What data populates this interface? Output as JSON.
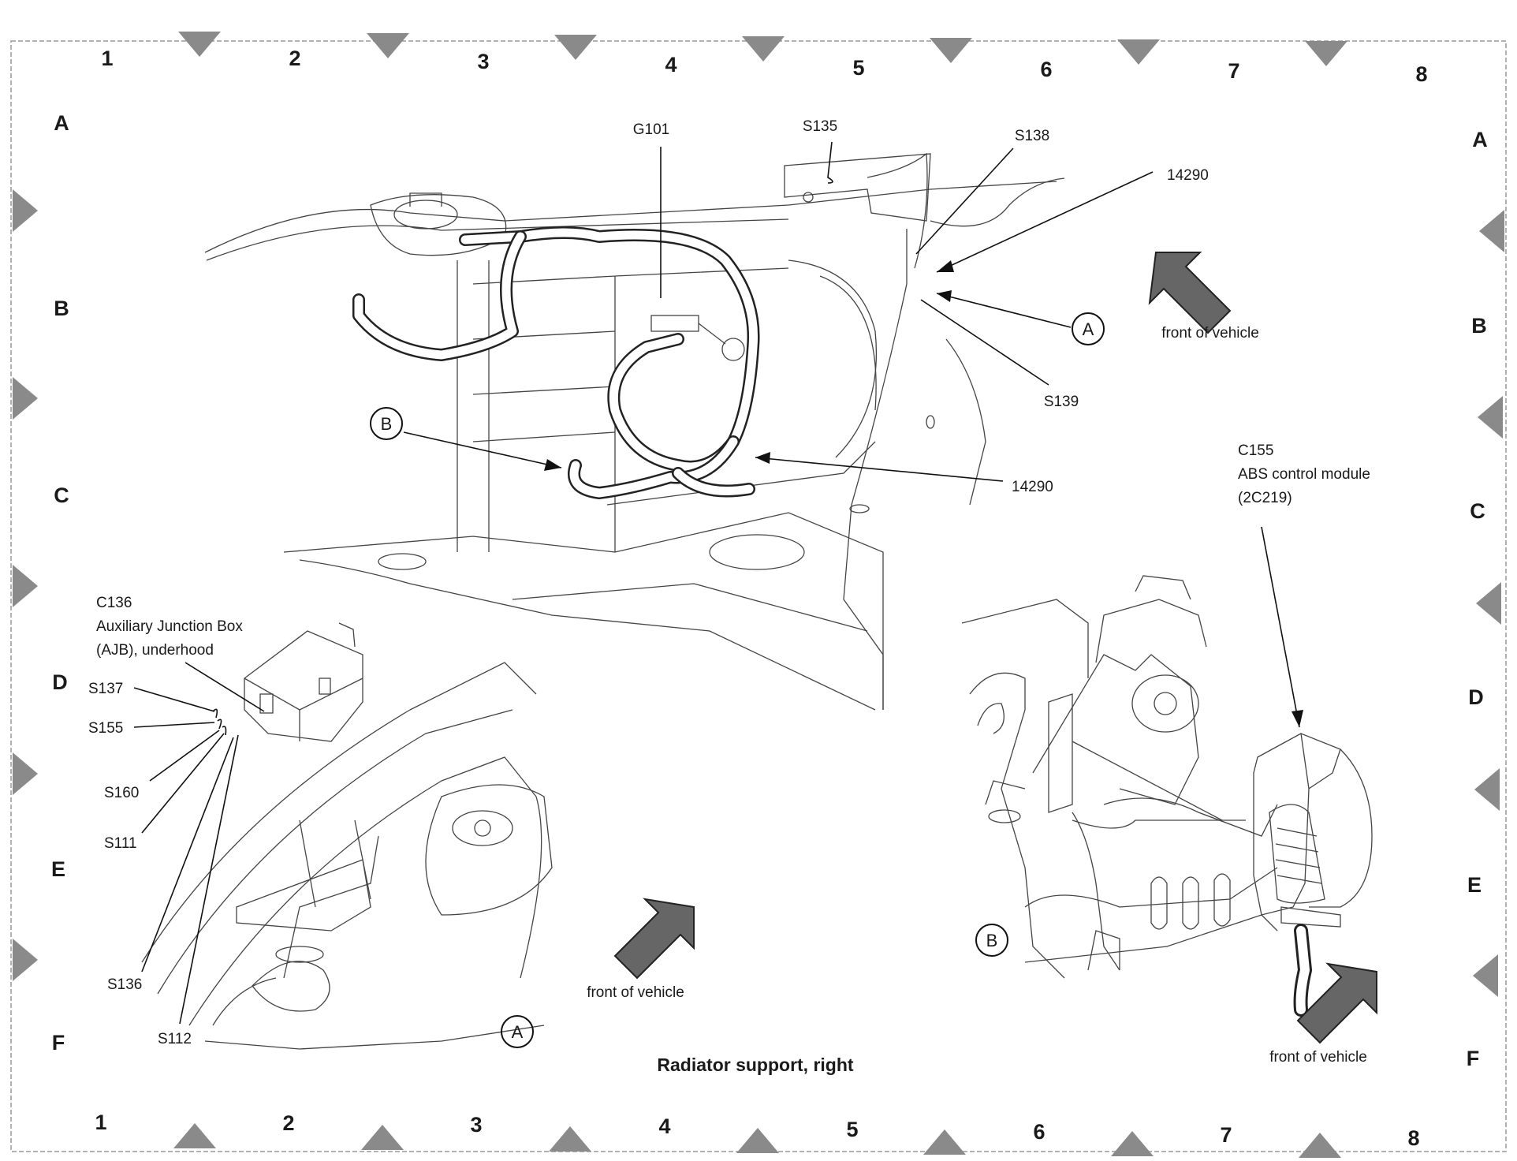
{
  "grid": {
    "columns": [
      "1",
      "2",
      "3",
      "4",
      "5",
      "6",
      "7",
      "8"
    ],
    "rows": [
      "A",
      "B",
      "C",
      "D",
      "E",
      "F"
    ]
  },
  "callouts": {
    "g101": "G101",
    "s135": "S135",
    "s138": "S138",
    "harness_top": "14290",
    "harness_center": "14290",
    "s139": "S139",
    "c155": "C155",
    "abs_module": "ABS control module",
    "abs_part": "(2C219)",
    "c136": "C136",
    "ajb_name": "Auxiliary Junction Box",
    "ajb_loc": "(AJB), underhood",
    "s137": "S137",
    "s155": "S155",
    "s160": "S160",
    "s111": "S111",
    "s136": "S136",
    "s112": "S112"
  },
  "view_labels": {
    "a_ref": "A",
    "b_ref": "B",
    "a_view": "A",
    "b_view": "B"
  },
  "front_of_vehicle": "front of vehicle",
  "caption": "Radiator support, right",
  "colors": {
    "ink": "#1a1a1a",
    "marker": "#8a8a8a",
    "arrow": "#666666"
  }
}
